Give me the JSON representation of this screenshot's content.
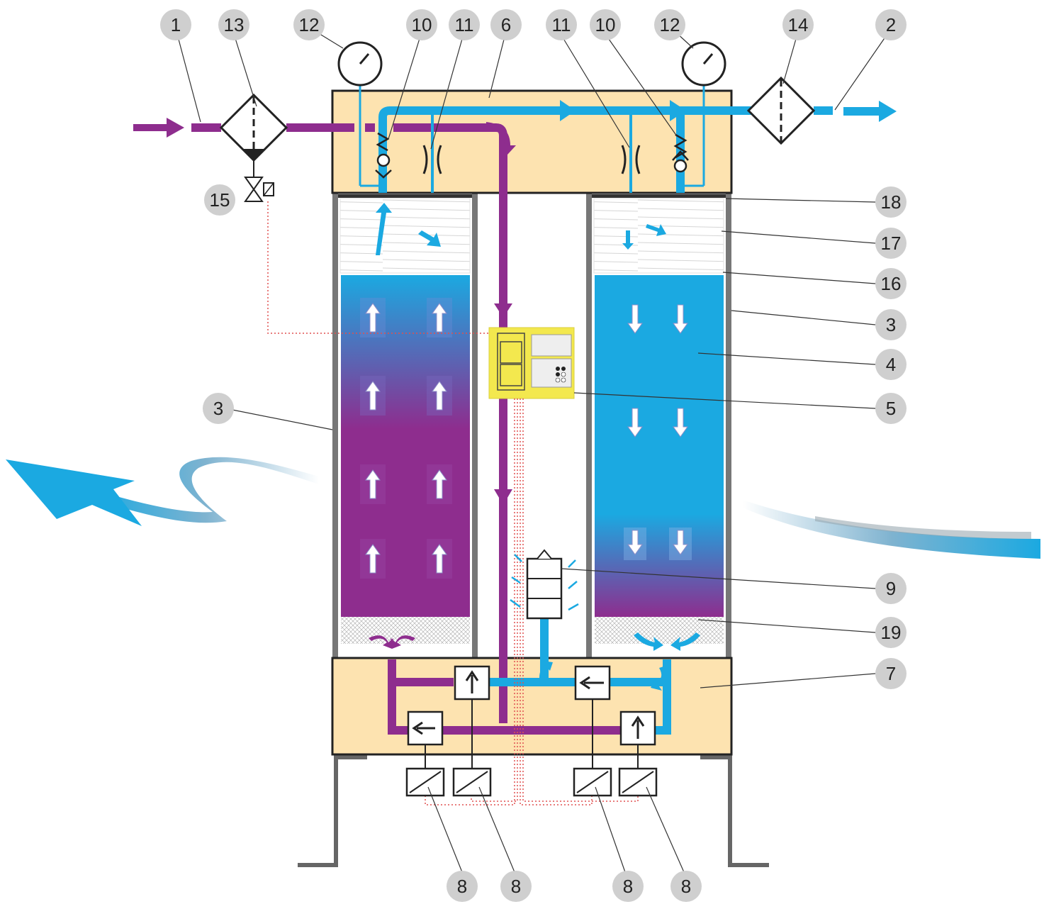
{
  "colors": {
    "housing": "#fde3b0",
    "wet_air": "#8e2d8e",
    "dry_air": "#1ba9e1",
    "control_panel": "#f3e84e",
    "callout": "#cfcfcf",
    "signal_line": "#e05050"
  },
  "callouts": [
    {
      "id": "c1",
      "label": "1"
    },
    {
      "id": "c13",
      "label": "13"
    },
    {
      "id": "c12a",
      "label": "12"
    },
    {
      "id": "c10a",
      "label": "10"
    },
    {
      "id": "c11a",
      "label": "11"
    },
    {
      "id": "c6",
      "label": "6"
    },
    {
      "id": "c11b",
      "label": "11"
    },
    {
      "id": "c10b",
      "label": "10"
    },
    {
      "id": "c12b",
      "label": "12"
    },
    {
      "id": "c14",
      "label": "14"
    },
    {
      "id": "c2",
      "label": "2"
    },
    {
      "id": "c15",
      "label": "15"
    },
    {
      "id": "c18",
      "label": "18"
    },
    {
      "id": "c17",
      "label": "17"
    },
    {
      "id": "c16",
      "label": "16"
    },
    {
      "id": "c3r",
      "label": "3"
    },
    {
      "id": "c4",
      "label": "4"
    },
    {
      "id": "c3l",
      "label": "3"
    },
    {
      "id": "c5",
      "label": "5"
    },
    {
      "id": "c9",
      "label": "9"
    },
    {
      "id": "c19",
      "label": "19"
    },
    {
      "id": "c7",
      "label": "7"
    },
    {
      "id": "c8a",
      "label": "8"
    },
    {
      "id": "c8b",
      "label": "8"
    },
    {
      "id": "c8c",
      "label": "8"
    },
    {
      "id": "c8d",
      "label": "8"
    }
  ],
  "icons": {
    "inlet_arrow": "arrow-right-icon",
    "outlet_arrow": "arrow-right-icon",
    "gauge": "pressure-gauge-icon",
    "filter": "filter-icon",
    "check_valve": "check-valve-icon",
    "orifice": "orifice-icon",
    "solenoid": "solenoid-valve-icon",
    "silencer": "silencer-icon",
    "swoosh": "air-swoosh-icon"
  }
}
